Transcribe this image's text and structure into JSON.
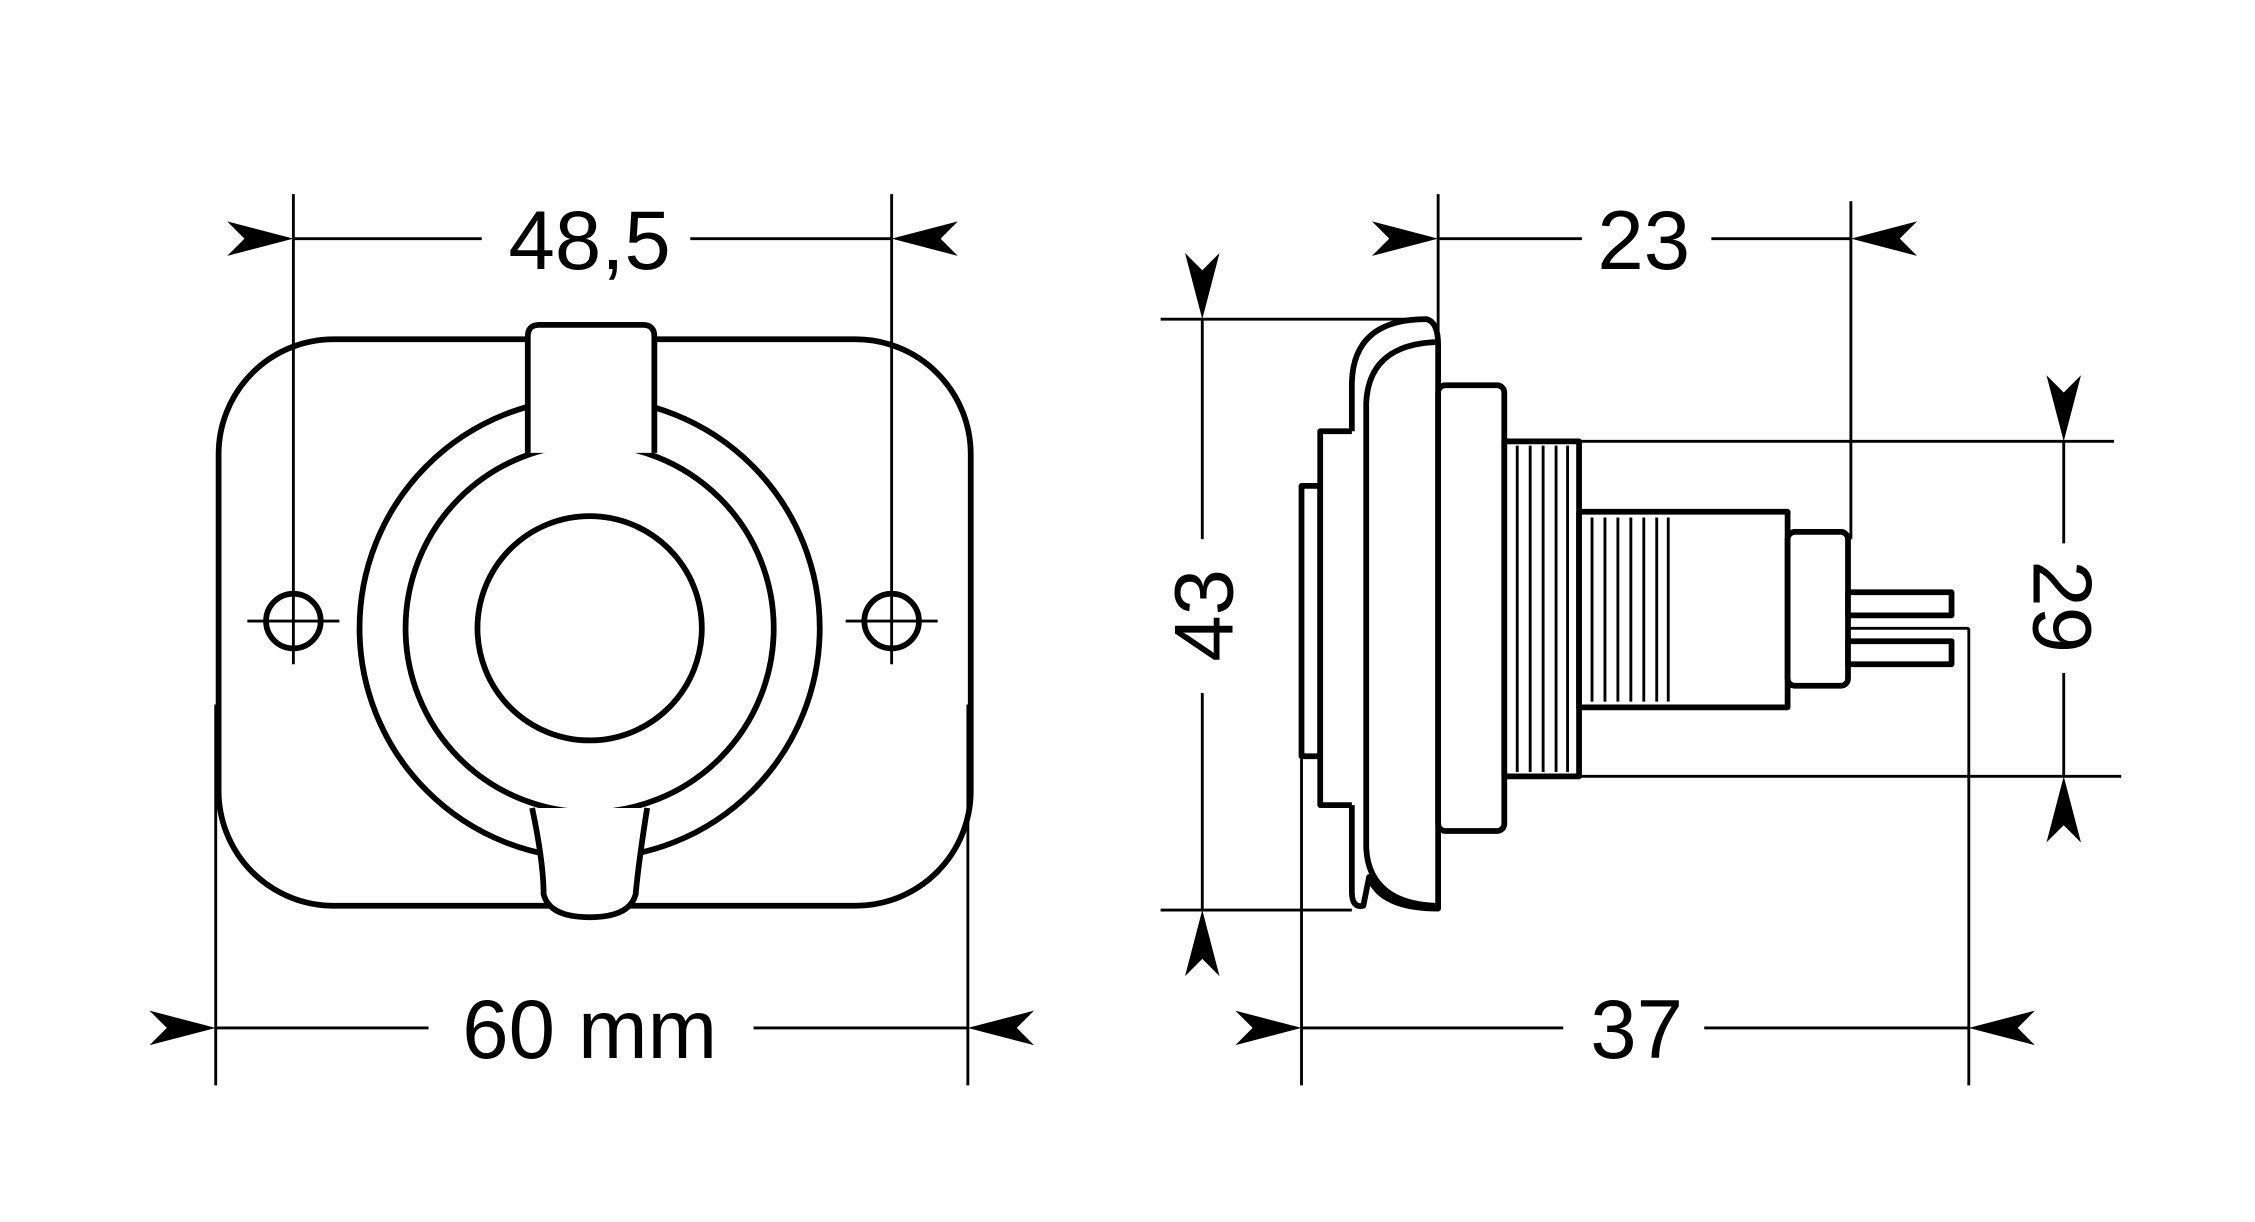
{
  "front_view": {
    "dim_hole_spacing": "48,5",
    "dim_width": "60 mm"
  },
  "side_view": {
    "dim_depth_front": "23",
    "dim_height": "43",
    "dim_thread_diameter": "29",
    "dim_total_depth": "37"
  },
  "colors": {
    "line": "#000000",
    "background": "#ffffff"
  }
}
